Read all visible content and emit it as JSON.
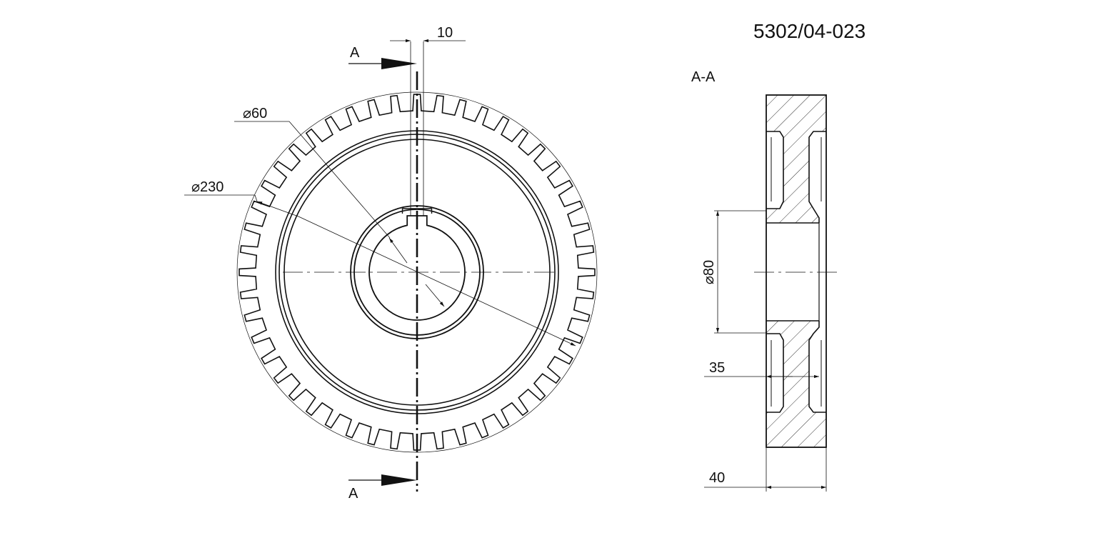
{
  "drawing_number": "5302/04-023",
  "section_label": "A-A",
  "cut_markers": {
    "top": "A",
    "bottom": "A"
  },
  "dimensions": {
    "key_width": "10",
    "outer_diameter": "230",
    "hub_diameter": "60",
    "bore_diameter": "80",
    "web_thickness": "35",
    "face_width": "40"
  },
  "symbols": {
    "diameter": "⌀"
  },
  "gear": {
    "teeth": 48
  },
  "colors": {
    "line": "#111111",
    "hatch": "#333333",
    "paper": "#ffffff"
  }
}
